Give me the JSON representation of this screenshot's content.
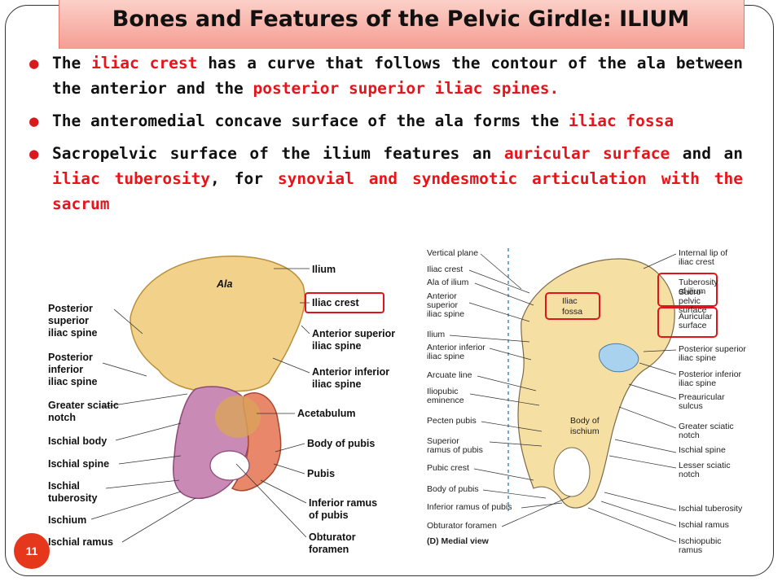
{
  "title": "Bones and Features of the Pelvic Girdle: ILIUM",
  "slide_number": "11",
  "bullets": [
    {
      "parts": [
        {
          "t": "The ",
          "red": false
        },
        {
          "t": "iliac crest",
          "red": true
        },
        {
          "t": " has a curve that follows the contour of the ala between the anterior and the ",
          "red": false
        },
        {
          "t": "posterior superior iliac spines.",
          "red": true
        }
      ]
    },
    {
      "parts": [
        {
          "t": "The anteromedial concave surface of the ala forms the ",
          "red": false
        },
        {
          "t": "iliac fossa",
          "red": true
        }
      ]
    },
    {
      "parts": [
        {
          "t": "Sacropelvic surface of the ilium features an ",
          "red": false
        },
        {
          "t": "auricular surface",
          "red": true
        },
        {
          "t": " and an ",
          "red": false
        },
        {
          "t": "iliac tuberosity",
          "red": true
        },
        {
          "t": ", for ",
          "red": false
        },
        {
          "t": "synovial and syndesmotic articulation with the sacrum",
          "red": true
        }
      ]
    }
  ],
  "left_figure": {
    "ala": "Ala",
    "ilium": "Ilium",
    "iliac_crest": "Iliac crest",
    "asis": [
      "Anterior superior",
      "iliac spine"
    ],
    "aiis": [
      "Anterior inferior",
      "iliac spine"
    ],
    "acetabulum": "Acetabulum",
    "body_pubis": "Body of pubis",
    "pubis": "Pubis",
    "inf_ramus": [
      "Inferior ramus",
      "of pubis"
    ],
    "obturator": [
      "Obturator",
      "foramen"
    ],
    "psis": [
      "Posterior",
      "superior",
      "iliac spine"
    ],
    "piis": [
      "Posterior",
      "inferior",
      "iliac spine"
    ],
    "sciatic": [
      "Greater sciatic",
      "notch"
    ],
    "ischial_body": "Ischial body",
    "ischial_spine": "Ischial spine",
    "ischial_tub": [
      "Ischial",
      "tuberosity"
    ],
    "ischium": "Ischium",
    "ischial_ramus": "Ischial ramus"
  },
  "right_figure": {
    "left_labels": [
      "Vertical plane",
      "Iliac crest",
      "Ala of ilium",
      "Anterior|superior|iliac spine",
      "Ilium",
      "Anterior inferior|iliac spine",
      "Arcuate line",
      "Iliopubic|eminence",
      "Pecten pubis",
      "Superior|ramus of pubis",
      "Pubic crest",
      "Body of pubis",
      "Inferior ramus of pubis",
      "Obturator foramen"
    ],
    "view_caption": "(D) Medial view",
    "right_labels": [
      "Internal lip of|iliac crest",
      "Tuberosity|of ilium",
      "Auricular|surface",
      "Sacro-|pelvic|surface",
      "Posterior superior|iliac spine",
      "Posterior inferior|iliac spine",
      "Preauricular|sulcus",
      "Greater sciatic|notch",
      "Ischial spine",
      "Lesser sciatic|notch",
      "Ischial tuberosity",
      "Ischial ramus",
      "Ischiopubic|ramus"
    ],
    "iliac_fossa": [
      "Iliac",
      "fossa"
    ],
    "body_ischium": [
      "Body of",
      "ischium"
    ]
  }
}
